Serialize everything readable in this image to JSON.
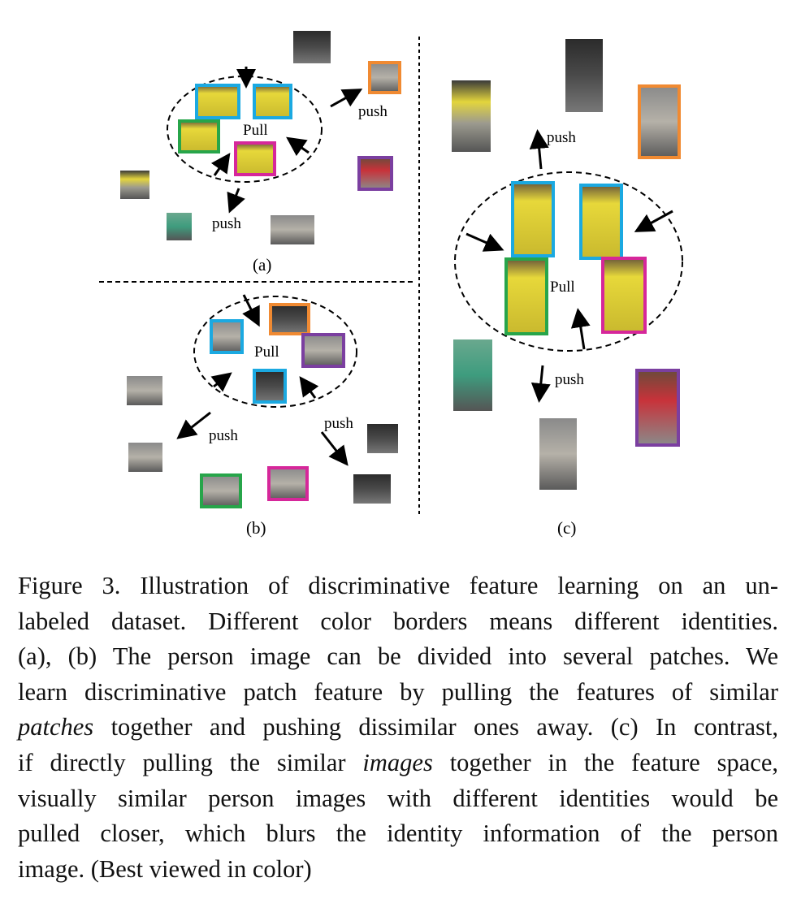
{
  "figure": {
    "labels": {
      "a": "(a)",
      "b": "(b)",
      "c": "(c)"
    },
    "pull": "Pull",
    "push": "push",
    "identity_colors": {
      "cyan": "#1ba9e1",
      "orange": "#f08a32",
      "green": "#27a54a",
      "magenta": "#d6279a",
      "purple": "#7b3fa0"
    }
  },
  "caption": {
    "line1": "Figure 3. Illustration of discriminative feature learning on an un-",
    "line2": "labeled dataset. Different color borders means different identities.",
    "line3": "(a), (b) The person image can be divided into several patches. We",
    "line4": "learn discriminative patch feature by pulling the features of similar",
    "line5_i": "patches",
    "line5_rest": " together and pushing dissimilar ones away. (c) In contrast,",
    "line6_a": "if directly pulling the similar ",
    "line6_i": "images",
    "line6_b": " together in the feature space,",
    "line7": "visually similar person images with different identities would be",
    "line8": "pulled closer, which blurs the identity information of the person",
    "line9": "image. (Best viewed in color)"
  }
}
